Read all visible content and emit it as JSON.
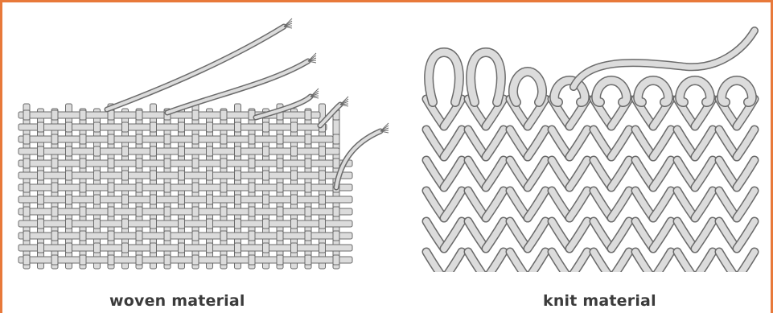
{
  "figure": {
    "woven": {
      "caption": "woven material",
      "icon": "woven-fabric-illustration"
    },
    "knit": {
      "caption": "knit material",
      "icon": "knit-fabric-illustration"
    }
  },
  "colors": {
    "border": "#e8793a",
    "strand_fill": "#dcdcdc",
    "strand_stroke": "#6b6b6b",
    "caption_text": "#3b3b3b"
  }
}
